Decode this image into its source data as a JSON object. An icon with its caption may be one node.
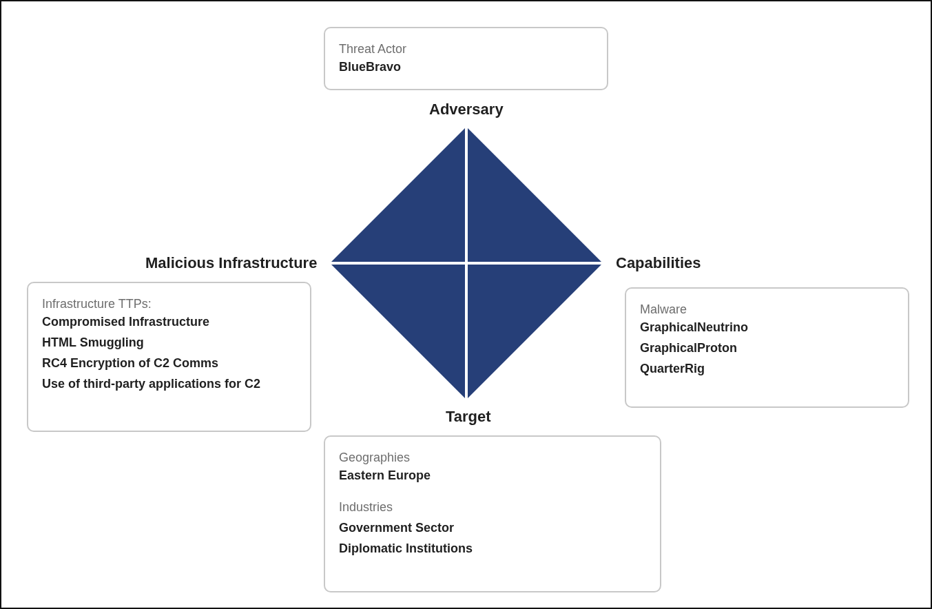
{
  "diagram": {
    "nodes": [
      {
        "text": [
          "Threat Actor",
          "BlueBravo"
        ]
      },
      {
        "text": [
          "Infrastructure TTPs:",
          "Compromised Infrastructure",
          "HTML Smuggling",
          "RC4 Encryption of C2 Comms",
          "Use of third-party applications for C2"
        ]
      },
      {
        "text": [
          "Malware",
          "GraphicalNeutrino",
          "GraphicalProton",
          "QuarterRig"
        ]
      },
      {
        "text": [
          "Geographies",
          "Eastern Europe",
          "Industries",
          "Government Sector",
          "Diplomatic Institutions"
        ]
      }
    ],
    "edges": [],
    "labels": [
      "Adversary",
      "Malicious Infrastructure",
      "Capabilities",
      "Target"
    ]
  }
}
